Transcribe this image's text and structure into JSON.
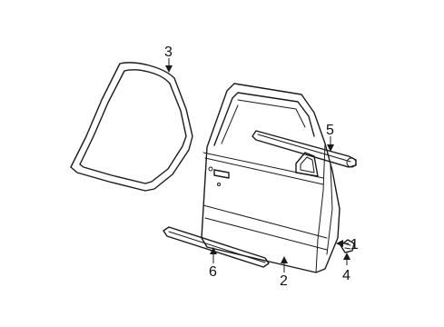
{
  "callouts": {
    "door_shell": "1",
    "outer_panel": "2",
    "weatherstrip": "3",
    "clip": "4",
    "belt_molding": "5",
    "body_side_molding": "6"
  }
}
